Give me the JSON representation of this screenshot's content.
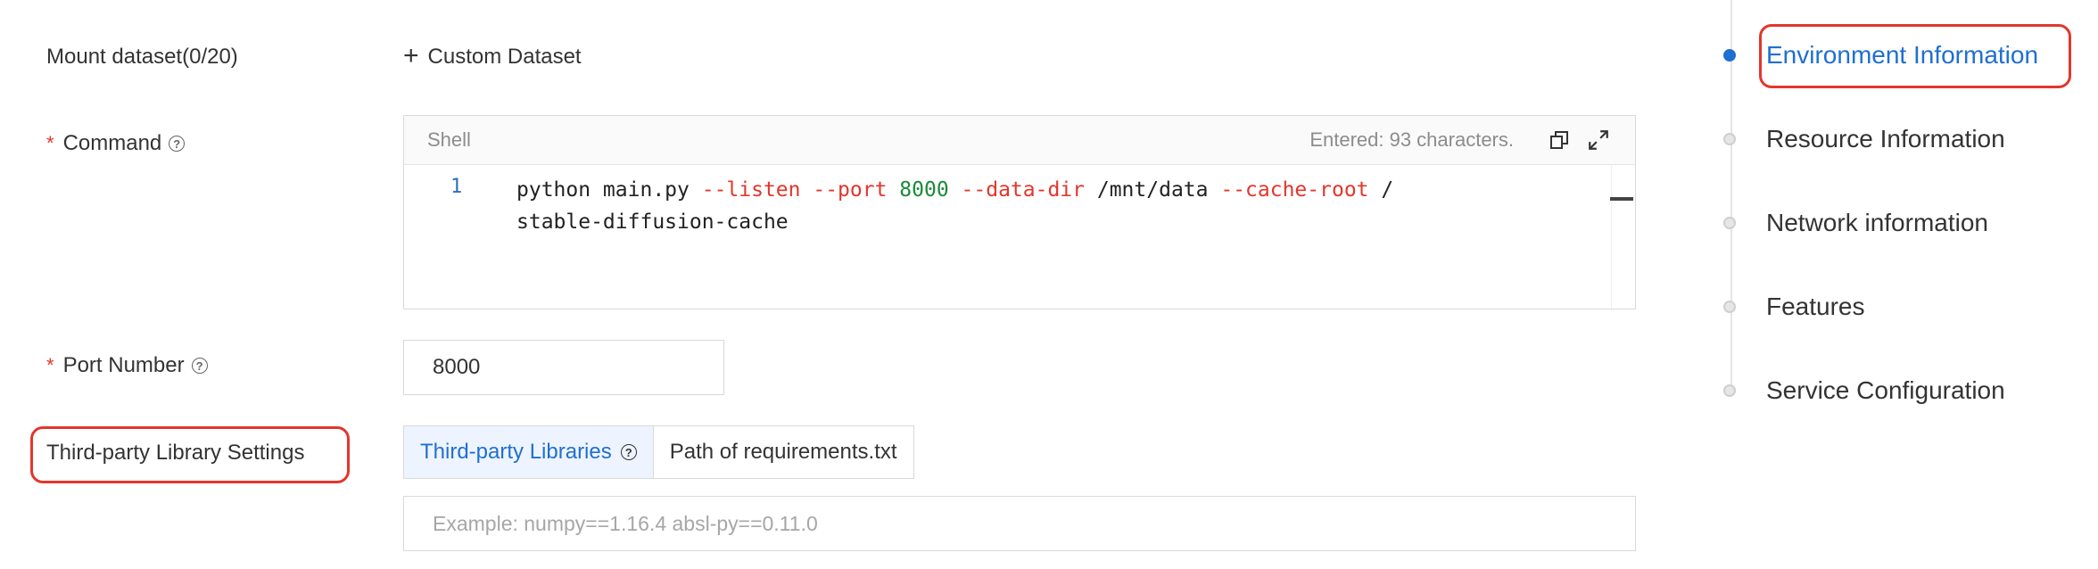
{
  "form": {
    "mount_dataset": {
      "label": "Mount dataset(0/20)",
      "add_button": "Custom Dataset"
    },
    "command": {
      "label": "Command",
      "required_mark": "*",
      "editor_language": "Shell",
      "char_count": "Entered: 93 characters.",
      "line_number": "1",
      "code": {
        "seg1": "python main.py ",
        "seg2": "--listen --port ",
        "seg3": "8000",
        "seg4": " ",
        "seg5": "--data-dir",
        "seg6": " /mnt/data ",
        "seg7": "--cache-root",
        "seg8": " /\nstable-diffusion-cache"
      }
    },
    "port": {
      "label": "Port Number",
      "required_mark": "*",
      "value": "8000"
    },
    "third_party": {
      "label": "Third-party Library Settings",
      "tabs": [
        {
          "label": "Third-party Libraries",
          "active": true
        },
        {
          "label": "Path of requirements.txt",
          "active": false
        }
      ],
      "placeholder": "Example: numpy==1.16.4 absl-py==0.11.0"
    }
  },
  "anchor_nav": {
    "items": [
      {
        "label": "Environment Information",
        "active": true
      },
      {
        "label": "Resource Information",
        "active": false
      },
      {
        "label": "Network information",
        "active": false
      },
      {
        "label": "Features",
        "active": false
      },
      {
        "label": "Service Configuration",
        "active": false
      }
    ]
  },
  "colors": {
    "accent": "#1f6fd1",
    "highlight": "#e3362b",
    "flag": "#e3362b",
    "number": "#1a8a3a"
  },
  "icons": {
    "help": "question-circle-icon",
    "plus": "plus-icon",
    "copy": "copy-icon",
    "expand": "expand-icon"
  }
}
